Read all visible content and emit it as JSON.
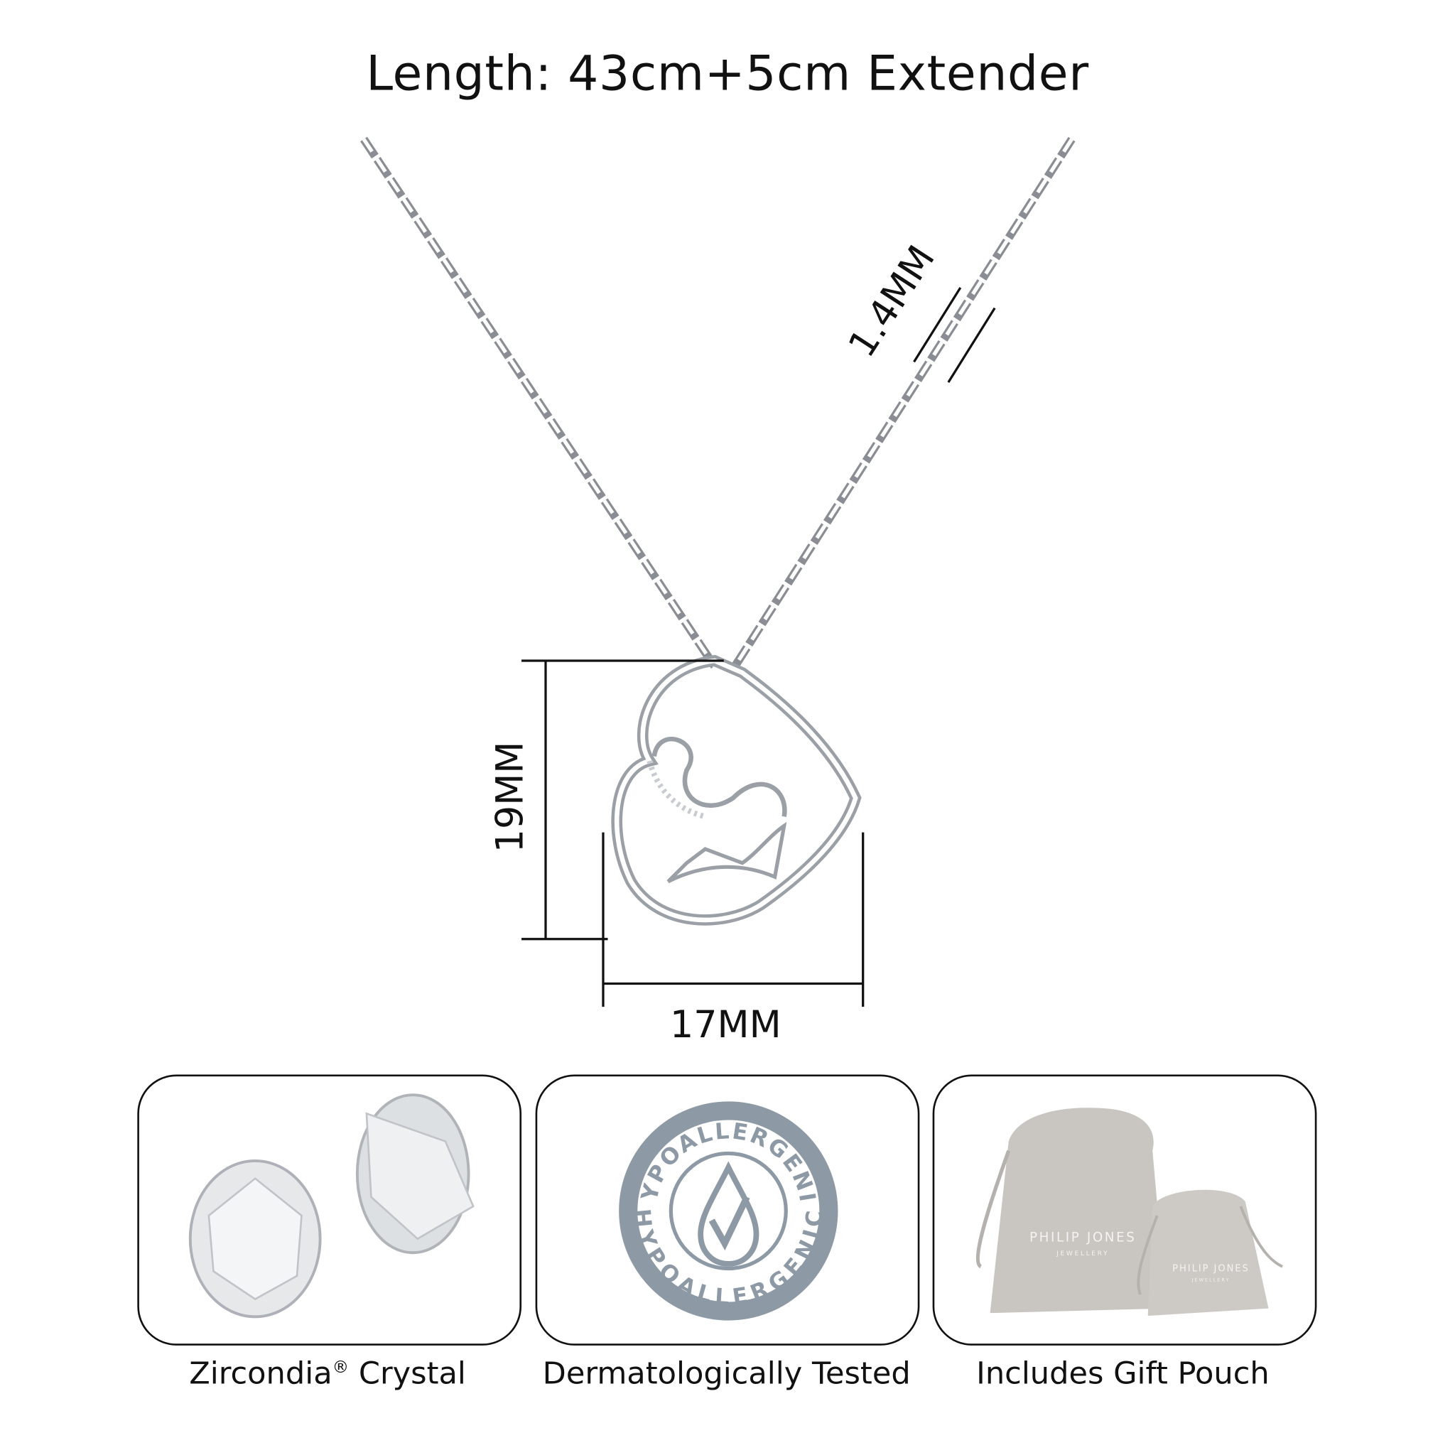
{
  "header": {
    "title": "Length: 43cm+5cm Extender"
  },
  "dimensions": {
    "chain_thickness": "1.4MM",
    "pendant_height": "19MM",
    "pendant_width": "17MM"
  },
  "features": [
    {
      "label": "Zircondia",
      "mark": "®",
      "label_suffix": " Crystal",
      "icon": "crystal-gems"
    },
    {
      "label": "Dermatologically Tested",
      "icon": "hypoallergenic-badge",
      "badge_text": "HYPOALLERGENIC"
    },
    {
      "label": "Includes Gift Pouch",
      "icon": "gift-pouch",
      "brand": "PHILIP JONES",
      "brand_sub": "JEWELLERY"
    }
  ],
  "colors": {
    "badge": "#8d99a5",
    "pouch": "#c9c5c0",
    "metal": "#b8bcc2"
  }
}
